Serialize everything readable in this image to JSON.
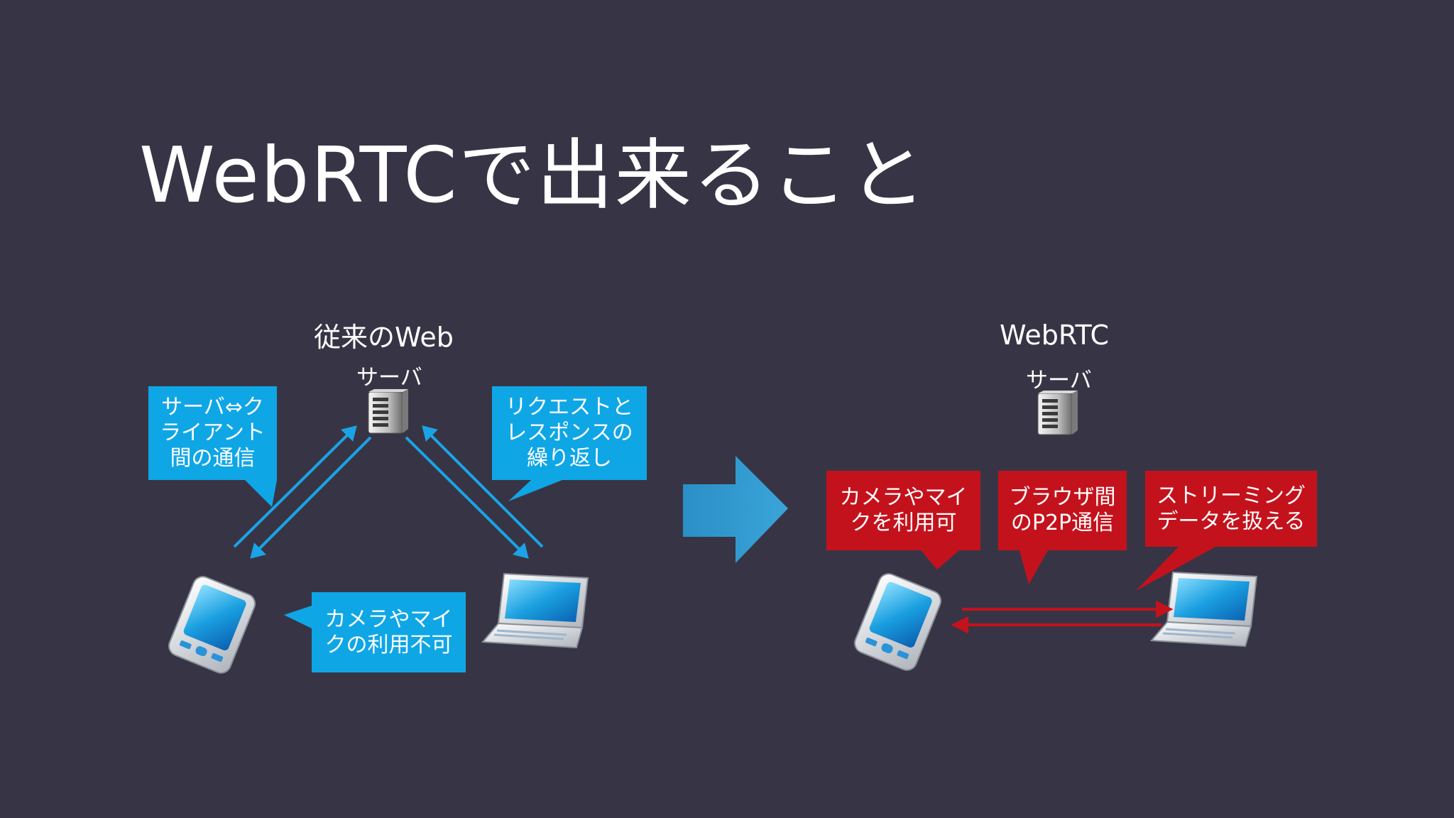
{
  "slide": {
    "title": "WebRTCで出来ること"
  },
  "left_diagram": {
    "heading": "従来のWeb",
    "server_label": "サーバ",
    "callout_left": [
      "サーバ⇔ク",
      "ライアント",
      "間の通信"
    ],
    "callout_right": [
      "リクエストと",
      "レスポンスの",
      "繰り返し"
    ],
    "callout_bottom": [
      "カメラやマイ",
      "クの利用不可"
    ]
  },
  "right_diagram": {
    "heading": "WebRTC",
    "server_label": "サーバ",
    "callout_left": [
      "カメラやマイ",
      "クを利用可"
    ],
    "callout_middle": [
      "ブラウザ間",
      "のP2P通信"
    ],
    "callout_right": [
      "ストリーミング",
      "データを扱える"
    ]
  },
  "colors": {
    "background": "#373545",
    "blue_accent": "#0fa6e6",
    "red_accent": "#c4121c",
    "transition_arrow": "#2e8fc0"
  },
  "icons": {
    "server": "server-icon",
    "phone": "smartphone-icon",
    "laptop": "laptop-icon",
    "transition": "right-arrow-icon"
  }
}
